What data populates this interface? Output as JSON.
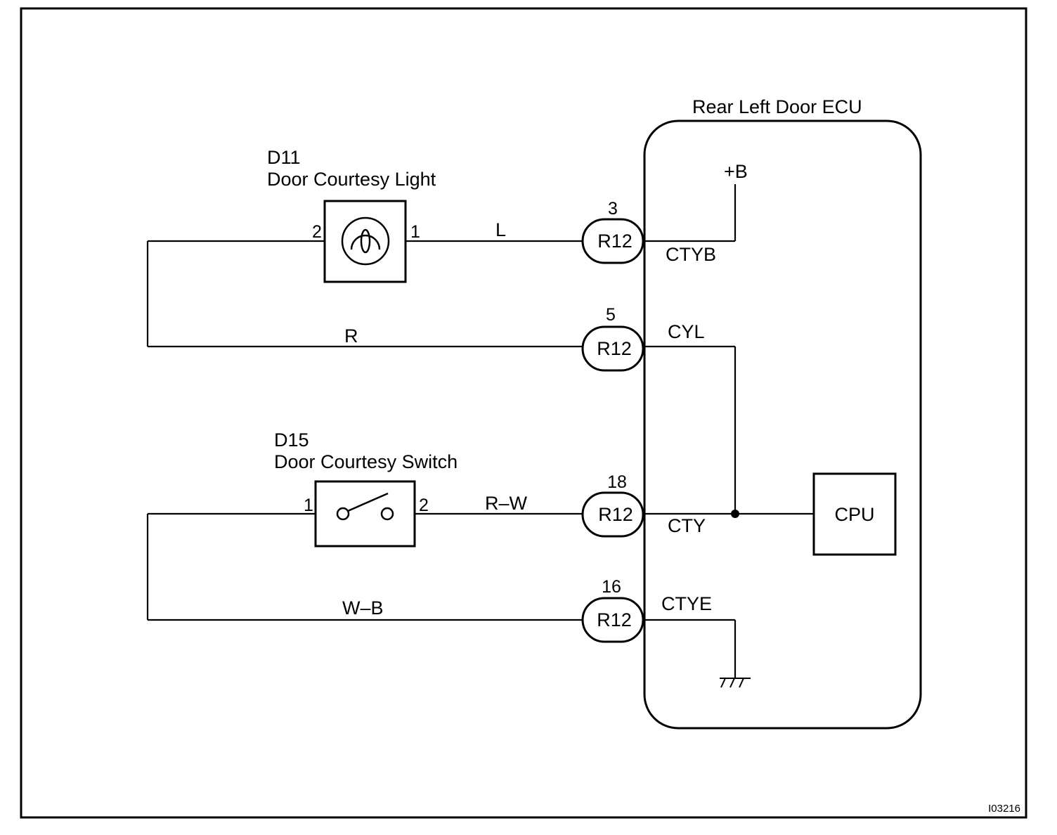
{
  "ecu": {
    "title": "Rear Left Door ECU",
    "cpu_label": "CPU",
    "power_label": "+B"
  },
  "light": {
    "code": "D11",
    "name": "Door Courtesy Light",
    "pin_left": "2",
    "pin_right": "1"
  },
  "switch": {
    "code": "D15",
    "name": "Door Courtesy Switch",
    "pin_left": "1",
    "pin_right": "2"
  },
  "wires": {
    "light_to_ecu": "L",
    "light_return": "R",
    "switch_to_ecu": "R–W",
    "switch_return": "W–B"
  },
  "connectors": [
    {
      "pin": "3",
      "label": "R12",
      "terminal": "CTYB"
    },
    {
      "pin": "5",
      "label": "R12",
      "terminal": "CYL"
    },
    {
      "pin": "18",
      "label": "R12",
      "terminal": "CTY"
    },
    {
      "pin": "16",
      "label": "R12",
      "terminal": "CTYE"
    }
  ],
  "figure_id": "I03216"
}
